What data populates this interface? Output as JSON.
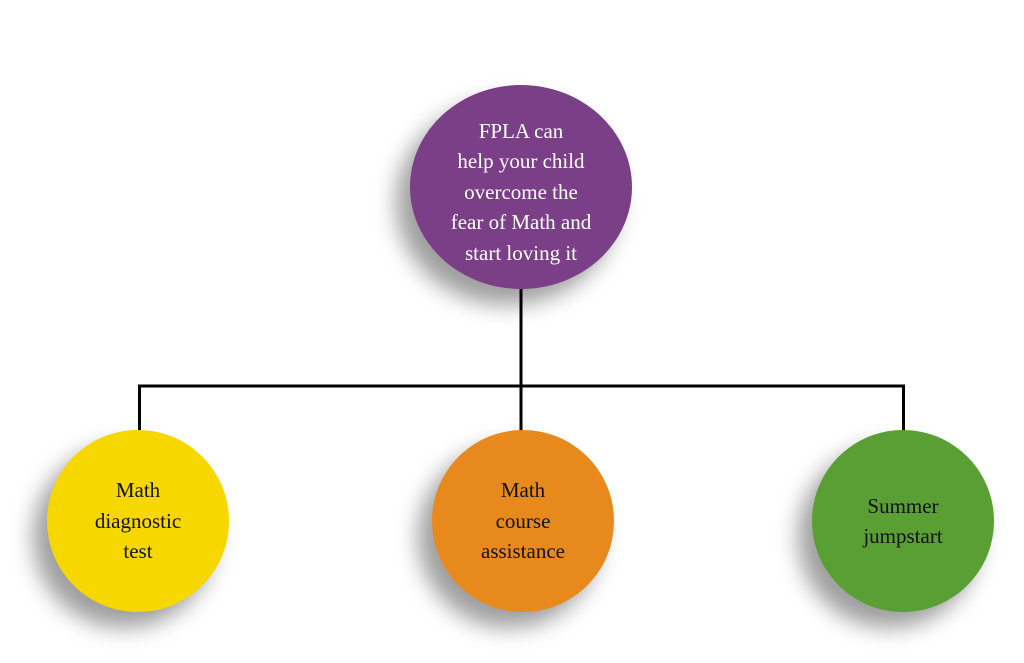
{
  "root": {
    "text": "FPLA can\nhelp your child\novercome the\nfear of Math and\nstart loving it",
    "color": "#7a3f86"
  },
  "children": [
    {
      "text": "Math\ndiagnostic\ntest",
      "color": "#f7d700"
    },
    {
      "text": "Math\ncourse\nassistance",
      "color": "#e8891d"
    },
    {
      "text": "Summer\njumpstart",
      "color": "#5a9f34"
    }
  ],
  "connector_color": "#000000"
}
